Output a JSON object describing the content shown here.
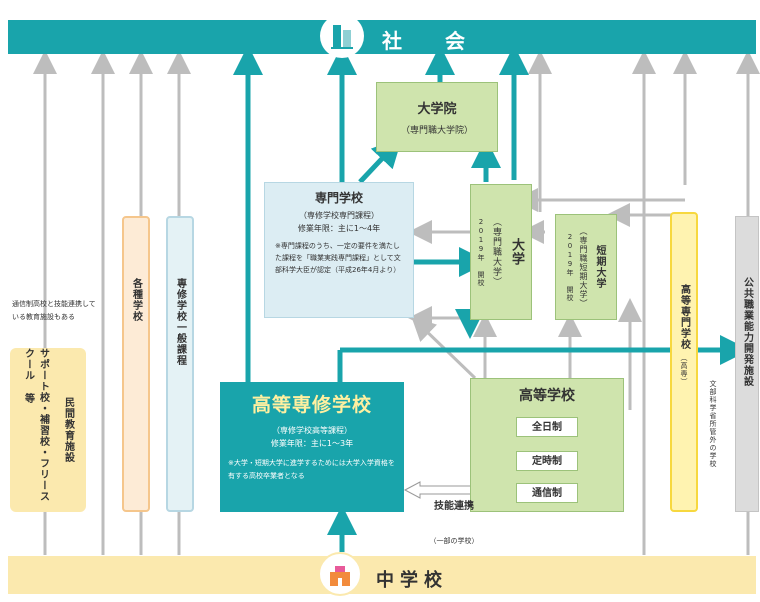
{
  "top_bar": {
    "label": "社 会",
    "icon": "office-building-icon",
    "color": "#19a4ab"
  },
  "bottom_bar": {
    "label": "中学校",
    "icon": "school-building-icon",
    "color": "#fbe9ae"
  },
  "graduate_school": {
    "title": "大学院",
    "sub": "（専門職大学院）"
  },
  "senmon_gakko": {
    "title": "専門学校",
    "sub": "（専修学校専門課程）",
    "years": "修業年限：主に1～4年",
    "note": "※専門課程のうち、一定の要件を満たした課程を「職業実践専門課程」として文部科学大臣が認定（平成26年4月より）"
  },
  "university": {
    "title": "大学",
    "sub": "（専門職大学）",
    "year": "2019年 開校"
  },
  "junior_college": {
    "title": "短期大学",
    "sub": "（専門職短期大学）",
    "year": "2019年 開校"
  },
  "left_note": "通信制高校と技能連携している教育施設もある",
  "support_school": "サポート校・補習校・フリースクール 等",
  "private_facility": "民間教育施設",
  "kakushu": "各種学校",
  "senshu_ippan": "専修学校一般課程",
  "koto_senshu": {
    "title": "高等専修学校",
    "sub": "（専修学校高等課程）",
    "years": "修業年限：主に1～3年",
    "note": "※大学・短期大学に進学するためには大学入学資格を有する高校卒業者となる"
  },
  "high_school": {
    "title": "高等学校",
    "items": [
      "全日制",
      "定時制",
      "通信制"
    ]
  },
  "tech_cooperation": {
    "title": "技能連携",
    "sub": "（一部の学校）"
  },
  "kosen": {
    "title": "高等専門学校",
    "sub": "（高専）"
  },
  "other_ministry_note": "文部科学省所管外の学校",
  "public_training": "公共職業能力開発施設"
}
